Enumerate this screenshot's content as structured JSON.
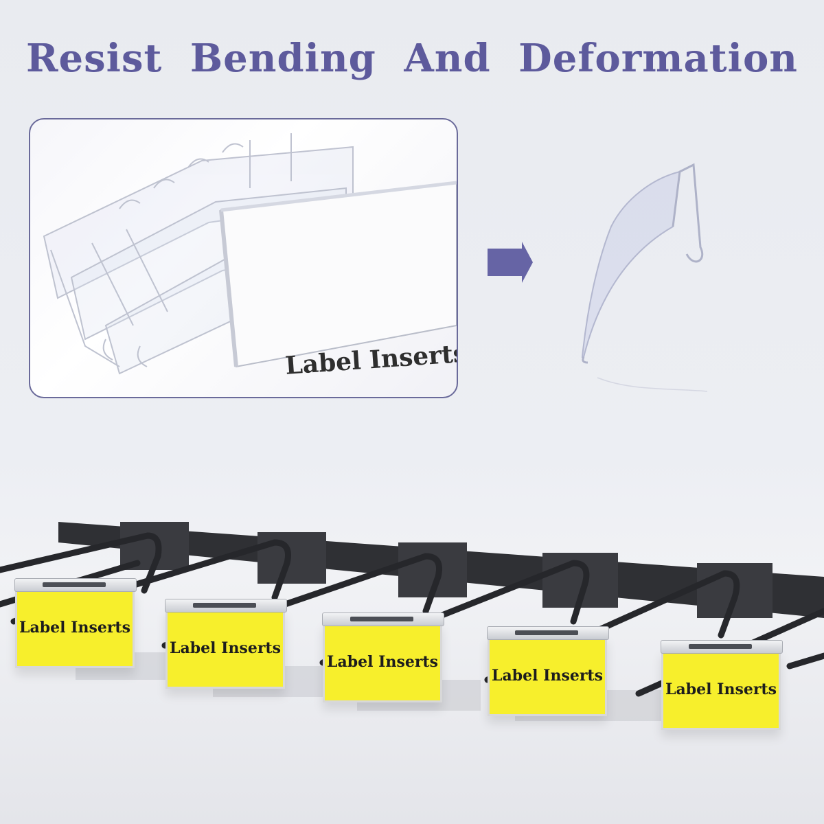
{
  "headline": "Resist  Bending  And  Deformation",
  "card": {
    "label_text": "Label Inserts"
  },
  "arrow": {
    "icon": "right-arrow-icon",
    "color": "#6664a5"
  },
  "tags": [
    {
      "text": "Label Inserts"
    },
    {
      "text": "Label Inserts"
    },
    {
      "text": "Label Inserts"
    },
    {
      "text": "Label Inserts"
    },
    {
      "text": "Label Inserts"
    }
  ],
  "colors": {
    "headline": "#5d5a9c",
    "tag_fill": "#f7ef2c",
    "rack": "#2c2d31"
  }
}
